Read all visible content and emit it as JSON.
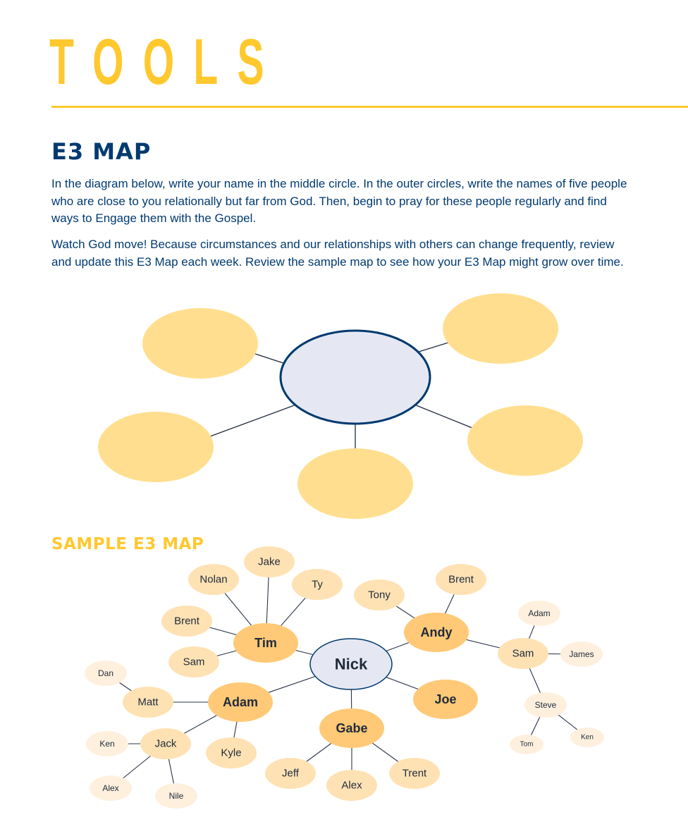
{
  "header": {
    "title": "TOOLS"
  },
  "section": {
    "title": "E3 MAP",
    "paragraph_1": "In the diagram below, write your name in the middle circle. In the outer circles, write the names of five people who are close to you relationally but far from God. Then, begin to pray for these people regularly and find ways to Engage them with the Gospel.",
    "paragraph_2": "Watch God move! Because circumstances and our relationships with others can change frequently, review and update this E3 Map each week. Review the sample map to see how your E3 Map might grow over time."
  },
  "colors": {
    "accent_yellow": "#FFC82E",
    "navy": "#003A70",
    "center_fill": "#E5E8F2",
    "blank_outer_fill": "#FFDF8F",
    "primary_fill": "#FFC977",
    "secondary_fill": "#FFE2B4",
    "tertiary_fill": "#FFF0DE"
  },
  "blank_map": {
    "center": {
      "label": ""
    },
    "outer": [
      {
        "id": "outer-top-left",
        "label": ""
      },
      {
        "id": "outer-top-right",
        "label": ""
      },
      {
        "id": "outer-bottom-left",
        "label": ""
      },
      {
        "id": "outer-bottom-center",
        "label": ""
      },
      {
        "id": "outer-bottom-right",
        "label": ""
      }
    ]
  },
  "sample_map": {
    "title": "SAMPLE E3 MAP",
    "nodes": [
      {
        "id": "nick",
        "label": "Nick",
        "level": "center"
      },
      {
        "id": "tim",
        "label": "Tim",
        "level": "primary"
      },
      {
        "id": "andy",
        "label": "Andy",
        "level": "primary"
      },
      {
        "id": "adam1",
        "label": "Adam",
        "level": "primary"
      },
      {
        "id": "gabe",
        "label": "Gabe",
        "level": "primary"
      },
      {
        "id": "joe",
        "label": "Joe",
        "level": "primary"
      },
      {
        "id": "jake",
        "label": "Jake",
        "level": "secondary"
      },
      {
        "id": "nolan",
        "label": "Nolan",
        "level": "secondary"
      },
      {
        "id": "ty",
        "label": "Ty",
        "level": "secondary"
      },
      {
        "id": "brent1",
        "label": "Brent",
        "level": "secondary"
      },
      {
        "id": "sam1",
        "label": "Sam",
        "level": "secondary"
      },
      {
        "id": "tony",
        "label": "Tony",
        "level": "secondary"
      },
      {
        "id": "brent2",
        "label": "Brent",
        "level": "secondary"
      },
      {
        "id": "sam2",
        "label": "Sam",
        "level": "secondary"
      },
      {
        "id": "matt",
        "label": "Matt",
        "level": "secondary"
      },
      {
        "id": "jack",
        "label": "Jack",
        "level": "secondary"
      },
      {
        "id": "kyle",
        "label": "Kyle",
        "level": "secondary"
      },
      {
        "id": "jeff",
        "label": "Jeff",
        "level": "secondary"
      },
      {
        "id": "alex1",
        "label": "Alex",
        "level": "secondary"
      },
      {
        "id": "trent",
        "label": "Trent",
        "level": "secondary"
      },
      {
        "id": "adam2",
        "label": "Adam",
        "level": "tertiary"
      },
      {
        "id": "james",
        "label": "James",
        "level": "tertiary"
      },
      {
        "id": "steve",
        "label": "Steve",
        "level": "tertiary"
      },
      {
        "id": "tom",
        "label": "Tom",
        "level": "tertiary"
      },
      {
        "id": "ken1",
        "label": "Ken",
        "level": "tertiary"
      },
      {
        "id": "dan",
        "label": "Dan",
        "level": "tertiary"
      },
      {
        "id": "ken2",
        "label": "Ken",
        "level": "tertiary"
      },
      {
        "id": "alex2",
        "label": "Alex",
        "level": "tertiary"
      },
      {
        "id": "nile",
        "label": "Nile",
        "level": "tertiary"
      }
    ],
    "edges": [
      [
        "nick",
        "tim"
      ],
      [
        "nick",
        "andy"
      ],
      [
        "nick",
        "adam1"
      ],
      [
        "nick",
        "gabe"
      ],
      [
        "nick",
        "joe"
      ],
      [
        "tim",
        "jake"
      ],
      [
        "tim",
        "nolan"
      ],
      [
        "tim",
        "ty"
      ],
      [
        "tim",
        "brent1"
      ],
      [
        "tim",
        "sam1"
      ],
      [
        "andy",
        "tony"
      ],
      [
        "andy",
        "brent2"
      ],
      [
        "andy",
        "sam2"
      ],
      [
        "sam2",
        "adam2"
      ],
      [
        "sam2",
        "james"
      ],
      [
        "sam2",
        "steve"
      ],
      [
        "steve",
        "tom"
      ],
      [
        "steve",
        "ken1"
      ],
      [
        "adam1",
        "matt"
      ],
      [
        "adam1",
        "jack"
      ],
      [
        "adam1",
        "kyle"
      ],
      [
        "matt",
        "dan"
      ],
      [
        "jack",
        "ken2"
      ],
      [
        "jack",
        "alex2"
      ],
      [
        "jack",
        "nile"
      ],
      [
        "gabe",
        "jeff"
      ],
      [
        "gabe",
        "alex1"
      ],
      [
        "gabe",
        "trent"
      ]
    ]
  }
}
